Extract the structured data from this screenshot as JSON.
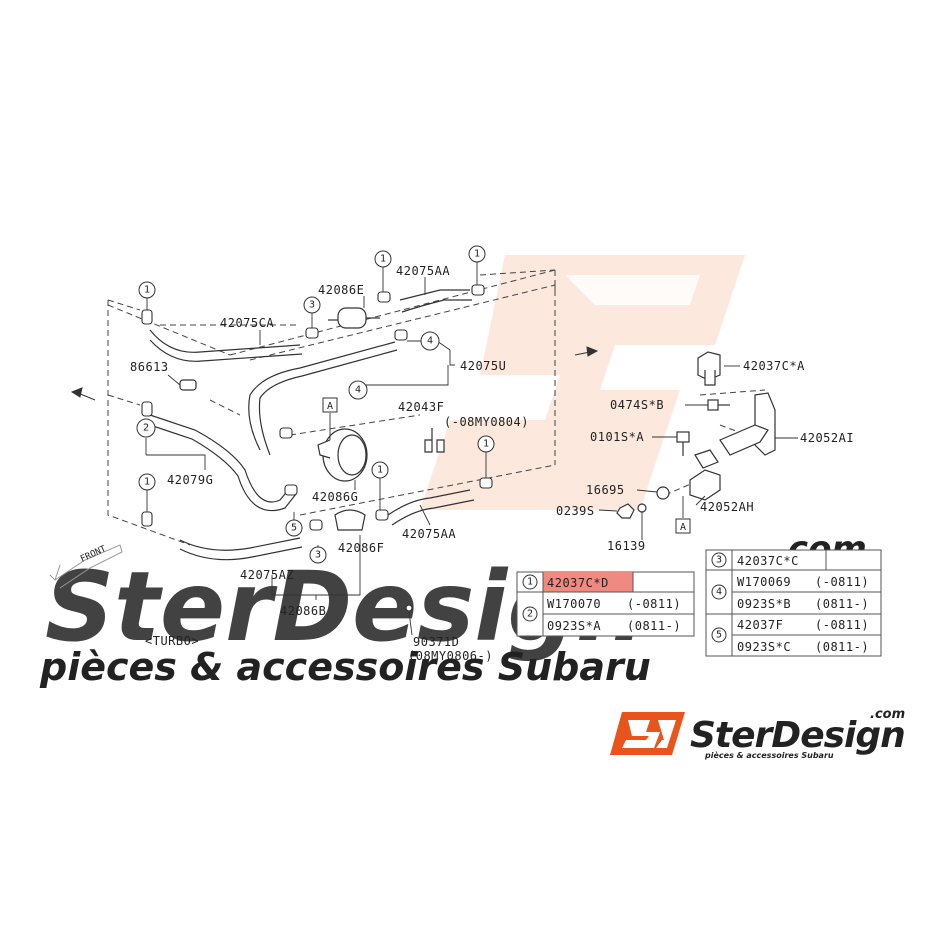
{
  "diagram": {
    "turbo_label": "<TURBO>",
    "front_label": "FRONT",
    "parts": {
      "p42075CA": "42075CA",
      "p42086E": "42086E",
      "p42075AA_top": "42075AA",
      "p86613": "86613",
      "p42075U": "42075U",
      "p42043F": "42043F",
      "p42043F_note": "(-08MY0804)",
      "p42079G": "42079G",
      "p42086G": "42086G",
      "p42075AA_bottom": "42075AA",
      "p42086F": "42086F",
      "p42075AZ": "42075AZ",
      "p42086B": "42086B",
      "p90371D": "90371D",
      "p90371D_note": "(08MY0806-)",
      "p42037CxA": "42037C*A",
      "p0474SxB": "0474S*B",
      "p0101SxA": "0101S*A",
      "p42052AI": "42052AI",
      "p16695": "16695",
      "p42052AH": "42052AH",
      "p0239S": "0239S",
      "p16139": "16139"
    },
    "ref_a": "A",
    "circle_nums": [
      "1",
      "2",
      "3",
      "4",
      "5"
    ]
  },
  "table_left": {
    "rows": [
      {
        "ref": "1",
        "part": "42037C*D",
        "highlight": true
      },
      {
        "ref": "2",
        "part": "W170070",
        "range": "(-0811)"
      },
      {
        "ref": "",
        "part": "0923S*A",
        "range": "(0811-)"
      }
    ]
  },
  "table_right": {
    "rows": [
      {
        "ref": "3",
        "part": "42037C*C",
        "range": ""
      },
      {
        "ref": "4",
        "part": "W170069",
        "range": "(-0811)"
      },
      {
        "ref": "",
        "part": "0923S*B",
        "range": "(0811-)"
      },
      {
        "ref": "5",
        "part": "42037F",
        "range": "(-0811)"
      },
      {
        "ref": "",
        "part": "0923S*C",
        "range": "(0811-)"
      }
    ]
  },
  "watermark": {
    "brand": "SterDesign",
    "tagline": "pièces & accessoires Subaru",
    "domain": ".com"
  },
  "logo": {
    "mark": "SD",
    "brand": "SterDesign",
    "domain": ".com",
    "tagline": "pièces & accessoires Subaru"
  },
  "colors": {
    "highlight": "#f08a80",
    "logo_orange": "#e8541c",
    "line": "#333333",
    "watermark": "#e9e9e9",
    "watermark_orange": "#fbe3d6"
  }
}
